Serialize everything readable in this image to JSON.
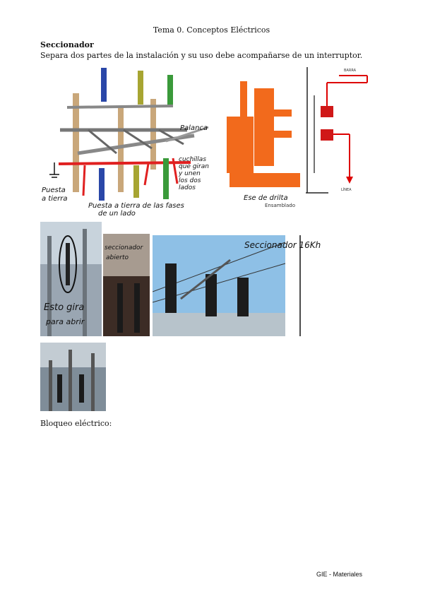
{
  "header": {
    "title": "Tema 0. Conceptos Eléctricos"
  },
  "section": {
    "heading": "Seccionador",
    "description": "Separa dos partes de la instalación y su uso debe acompañarse de un interruptor."
  },
  "figure1": {
    "annotations": {
      "palanca": "Palanca",
      "cuchillas": [
        "cuchillas",
        "que giran",
        "y unen",
        "los dos",
        "lados"
      ],
      "puesta_tierra": [
        "Puesta",
        "a tierra"
      ],
      "puesta_fases": [
        "Puesta a tierra de las fases",
        "de un lado"
      ]
    }
  },
  "figure2": {
    "labels": {
      "barra": "BARRA",
      "linea": "LÍNEA"
    },
    "annotations": [
      "Ese de drilta",
      "Ensamblado"
    ]
  },
  "photos": {
    "photo1_caption": [
      "Esto gira",
      "para abrir"
    ],
    "photo2_caption": [
      "seccionador",
      "abierto"
    ],
    "photo3_caption": "Seccionador 16Kh"
  },
  "subsection": {
    "heading": "Bloqueo eléctrico:"
  },
  "footer": {
    "text": "GIE - Materiales"
  }
}
